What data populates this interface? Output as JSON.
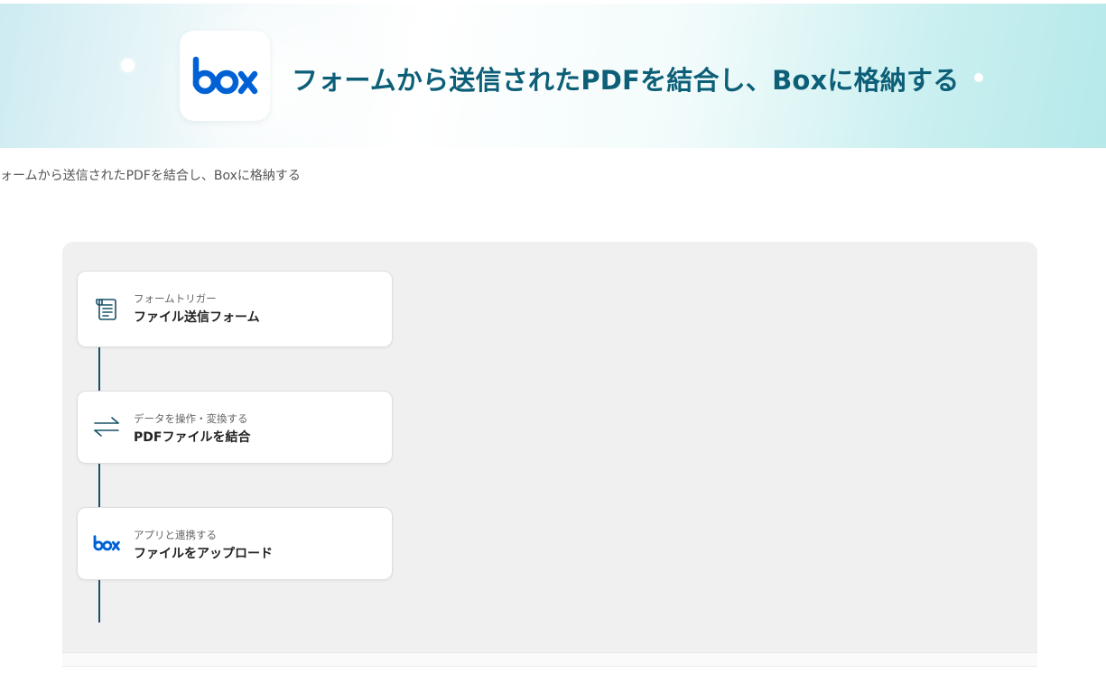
{
  "hero": {
    "title": "フォームから送信されたPDFを結合し、Boxに格納する",
    "app_logo": "box-logo",
    "accent_color": "#0d5f78",
    "logo_color": "#0061d5"
  },
  "breadcrumb": {
    "text": "フォームから送信されたPDFを結合し、Boxに格納する"
  },
  "flow": {
    "connector_color": "#16506a",
    "steps": [
      {
        "icon": "form-icon",
        "subtitle": "フォームトリガー",
        "title": "ファイル送信フォーム"
      },
      {
        "icon": "transform-arrows-icon",
        "subtitle": "データを操作・変換する",
        "title": "PDFファイルを結合"
      },
      {
        "icon": "box-app-icon",
        "subtitle": "アプリと連携する",
        "title": "ファイルをアップロード"
      }
    ]
  }
}
